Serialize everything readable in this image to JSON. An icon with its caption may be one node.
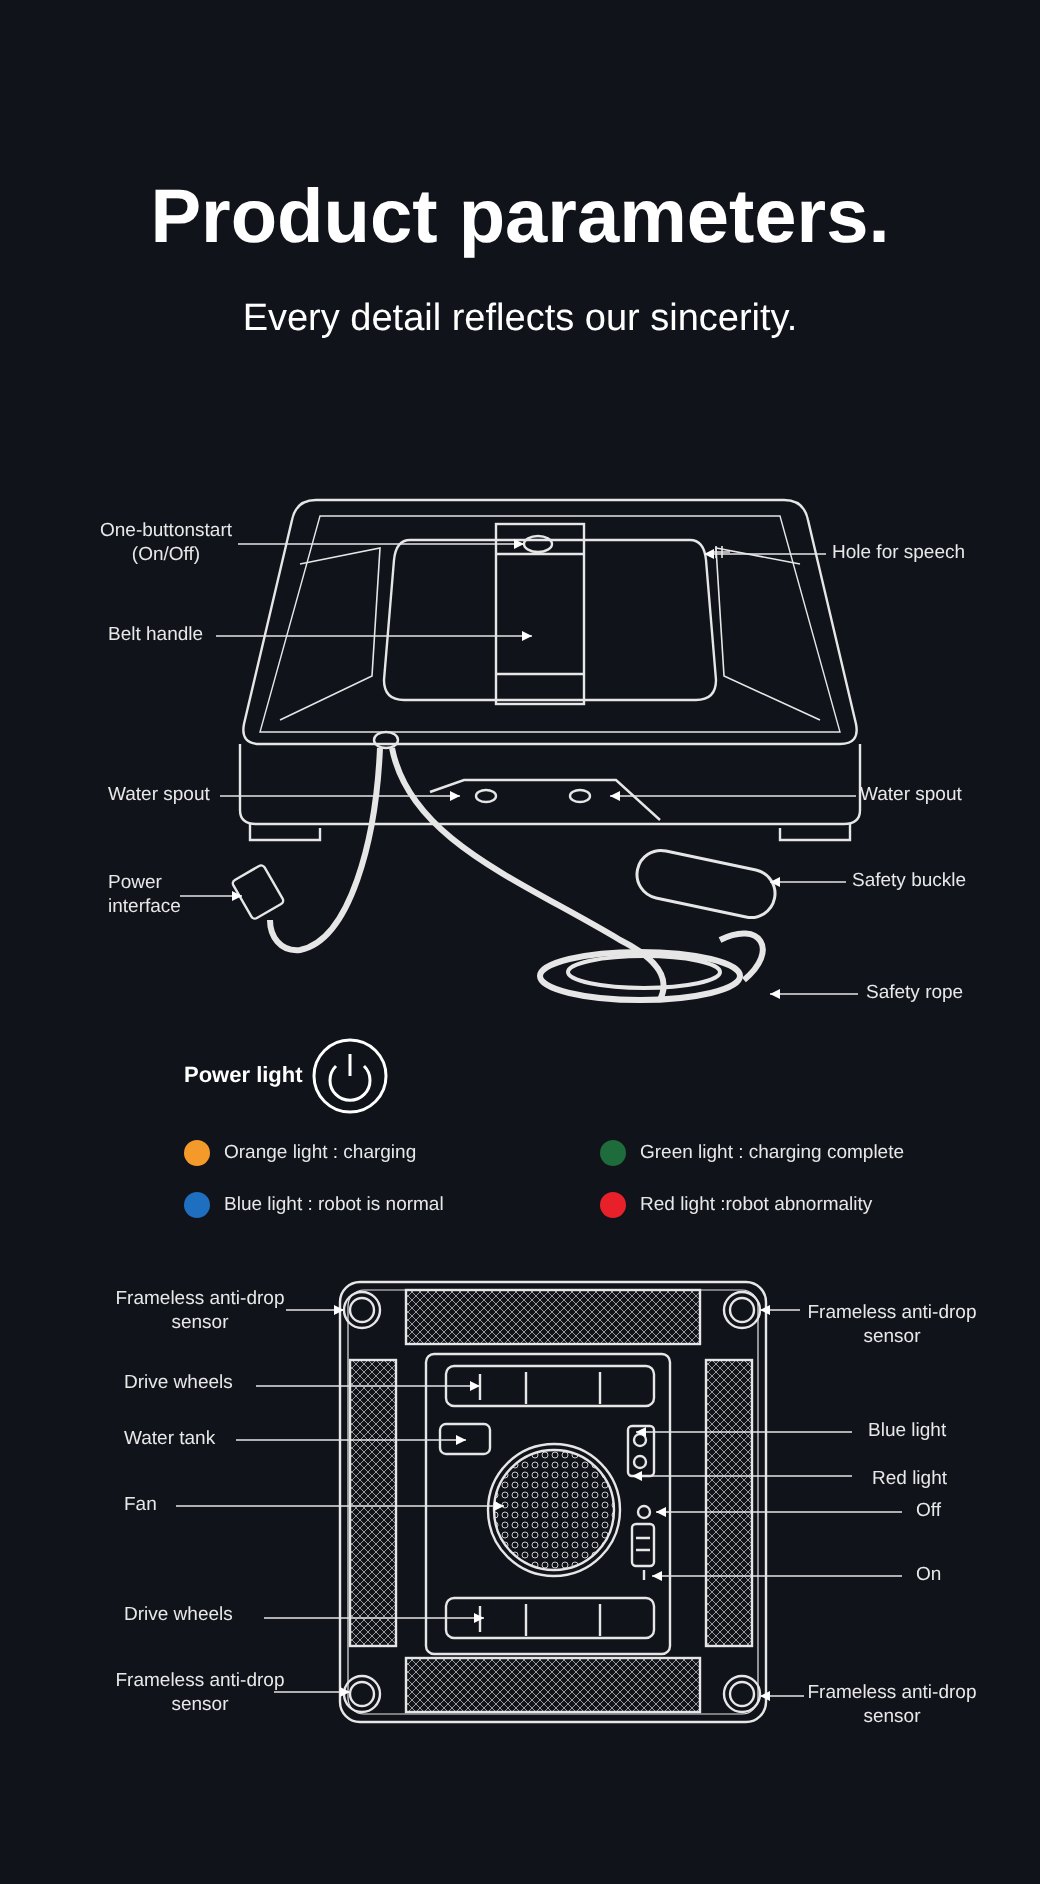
{
  "diagram": {
    "title": "Product parameters.",
    "nodes": [
      {
        "text": [
          "One-buttonstart (On/Off)"
        ]
      },
      {
        "text": [
          "Hole for speech"
        ]
      },
      {
        "text": [
          "Belt handle"
        ]
      },
      {
        "text": [
          "Water spout"
        ]
      },
      {
        "text": [
          "Water spout"
        ]
      },
      {
        "text": [
          "Power interface"
        ]
      },
      {
        "text": [
          "Safety buckle"
        ]
      },
      {
        "text": [
          "Safety rope"
        ]
      },
      {
        "text": [
          "Frameless anti-drop sensor"
        ]
      },
      {
        "text": [
          "Frameless anti-drop sensor"
        ]
      },
      {
        "text": [
          "Drive wheels"
        ]
      },
      {
        "text": [
          "Water tank"
        ]
      },
      {
        "text": [
          "Blue light"
        ]
      },
      {
        "text": [
          "Red light"
        ]
      },
      {
        "text": [
          "Fan"
        ]
      },
      {
        "text": [
          "Off"
        ]
      },
      {
        "text": [
          "On"
        ]
      },
      {
        "text": [
          "Drive wheels"
        ]
      },
      {
        "text": [
          "Frameless anti-drop sensor"
        ]
      },
      {
        "text": [
          "Frameless anti-drop sensor"
        ]
      }
    ],
    "edges": [
      {
        "from": 0,
        "to": null,
        "arrow": "to"
      },
      {
        "from": 1,
        "to": null,
        "arrow": "to"
      },
      {
        "from": 2,
        "to": null,
        "arrow": "to"
      },
      {
        "from": 3,
        "to": null,
        "arrow": "to"
      },
      {
        "from": 4,
        "to": null,
        "arrow": "to"
      },
      {
        "from": 5,
        "to": null,
        "arrow": "to"
      },
      {
        "from": 6,
        "to": null,
        "arrow": "to"
      },
      {
        "from": 7,
        "to": null,
        "arrow": "to"
      },
      {
        "from": 8,
        "to": null,
        "arrow": "to"
      },
      {
        "from": 9,
        "to": null,
        "arrow": "to"
      },
      {
        "from": 10,
        "to": null,
        "arrow": "to"
      },
      {
        "from": 11,
        "to": null,
        "arrow": "to"
      },
      {
        "from": 12,
        "to": null,
        "arrow": "to"
      },
      {
        "from": 13,
        "to": null,
        "arrow": "to"
      },
      {
        "from": 14,
        "to": null,
        "arrow": "to"
      },
      {
        "from": 15,
        "to": null,
        "arrow": "to"
      },
      {
        "from": 16,
        "to": null,
        "arrow": "to"
      },
      {
        "from": 17,
        "to": null,
        "arrow": "to"
      },
      {
        "from": 18,
        "to": null,
        "arrow": "to"
      },
      {
        "from": 19,
        "to": null,
        "arrow": "to"
      }
    ],
    "labels": [
      "Every detail reflects our sincerity.",
      "Power light"
    ],
    "legend": [
      {
        "text": "Orange light : charging",
        "color": "#f39a2b"
      },
      {
        "text": "Green light : charging complete",
        "color": "#1e6b3c"
      },
      {
        "text": "Blue light : robot is normal",
        "color": "#1e6fc0"
      },
      {
        "text": "Red light :robot abnormality",
        "color": "#e8202a"
      }
    ]
  }
}
